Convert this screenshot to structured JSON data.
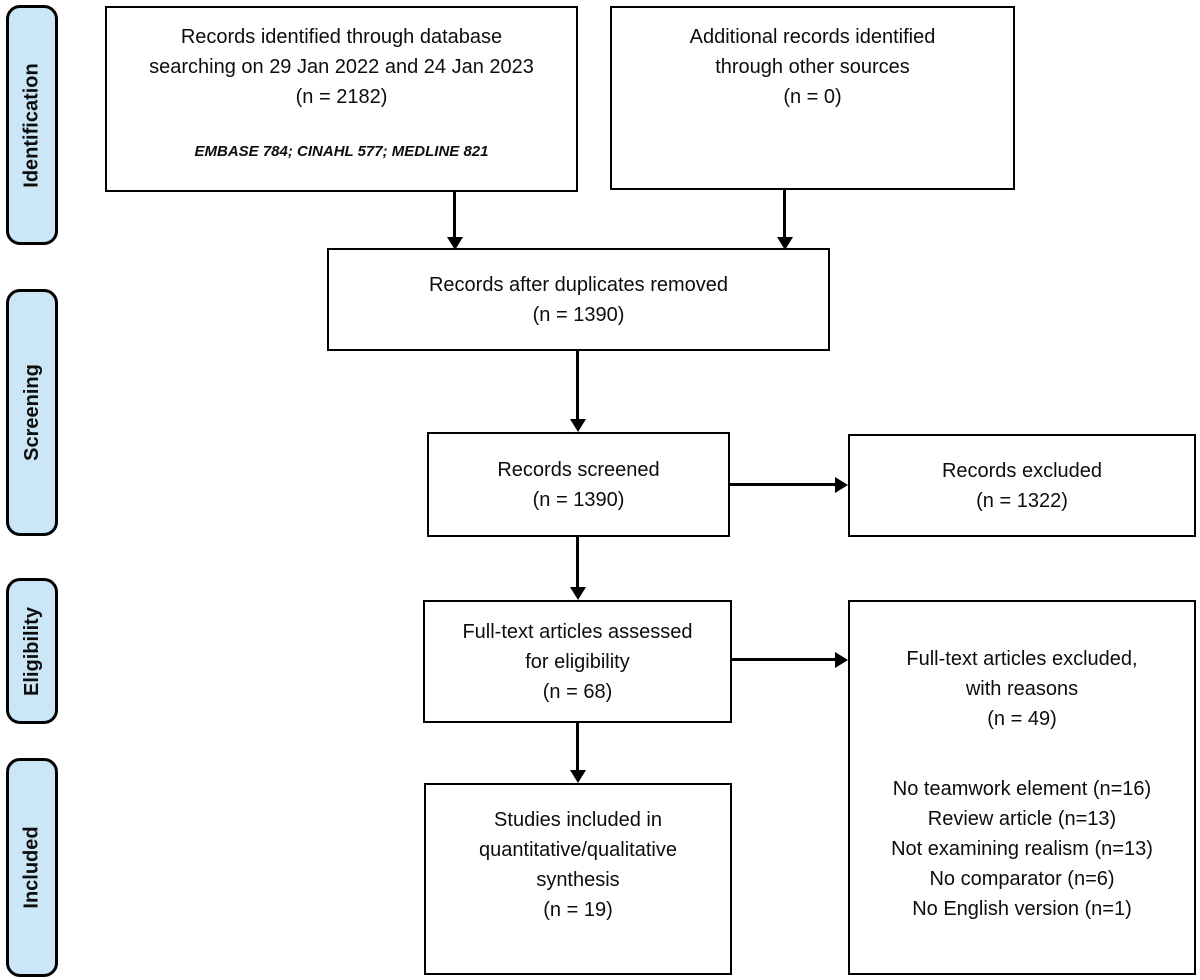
{
  "accent_color": "#cbe6f7",
  "rail": {
    "identification": "Identification",
    "screening": "Screening",
    "eligibility": "Eligibility",
    "included": "Included"
  },
  "boxes": {
    "identified": {
      "text": [
        "Records identified through database",
        "searching on 29 Jan 2022 and 24 Jan 2023",
        "(n = 2182)"
      ],
      "sources": "EMBASE 784; CINAHL 577; MEDLINE 821"
    },
    "additional": {
      "text": [
        "Additional records identified",
        "through other sources",
        "(n = 0)"
      ]
    },
    "deduplicated": {
      "text": [
        "Records after duplicates removed",
        "(n = 1390)"
      ]
    },
    "screened": {
      "text": [
        "Records screened",
        "(n = 1390)"
      ]
    },
    "records_excluded": {
      "text": [
        "Records excluded",
        "(n = 1322)"
      ]
    },
    "fulltext_assessed": {
      "text": [
        "Full-text articles assessed",
        "for eligibility",
        "(n = 68)"
      ]
    },
    "fulltext_excluded": {
      "header": [
        "Full-text articles excluded,",
        "with reasons",
        "(n = 49)"
      ],
      "reasons": [
        "No teamwork element (n=16)",
        "Review article (n=13)",
        "Not examining realism (n=13)",
        "No comparator (n=6)",
        "No English version (n=1)"
      ]
    },
    "studies_included": {
      "text": [
        "Studies included in",
        "quantitative/qualitative",
        "synthesis",
        "(n = 19)"
      ]
    }
  }
}
